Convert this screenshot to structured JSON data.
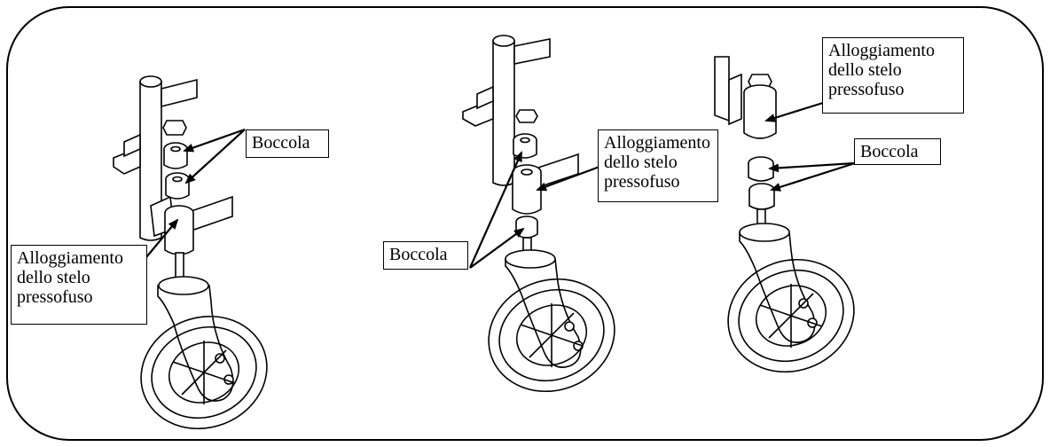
{
  "figure": {
    "panels": [
      {
        "id": "left",
        "labels": {
          "bushing": "Boccola",
          "housing": "Alloggiamento\ndello stelo\npressofuso"
        }
      },
      {
        "id": "middle",
        "labels": {
          "bushing": "Boccola",
          "housing": "Alloggiamento\ndello stelo\npressofuso"
        }
      },
      {
        "id": "right",
        "labels": {
          "bushing": "Boccola",
          "housing": "Alloggiamento\ndello stelo\npressofuso"
        }
      }
    ]
  }
}
